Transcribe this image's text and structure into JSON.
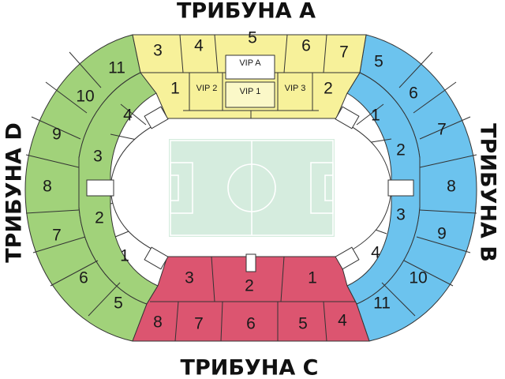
{
  "stands": {
    "a": {
      "title": "ТРИБУНА A",
      "color": "#f7f19a",
      "sections": [
        "1",
        "2",
        "3",
        "4",
        "5",
        "6",
        "7"
      ]
    },
    "b": {
      "title": "ТРИБУНА B",
      "color": "#6cc3ee",
      "sections": [
        "1",
        "2",
        "3",
        "4",
        "5",
        "6",
        "7",
        "8",
        "9",
        "10",
        "11"
      ]
    },
    "c": {
      "title": "ТРИБУНА C",
      "color": "#dc5570",
      "sections": [
        "1",
        "2",
        "3",
        "4",
        "5",
        "6",
        "7",
        "8"
      ]
    },
    "d": {
      "title": "ТРИБУНА D",
      "color": "#a1d27a",
      "sections": [
        "1",
        "2",
        "3",
        "4",
        "5",
        "6",
        "7",
        "8",
        "9",
        "10",
        "11"
      ]
    }
  },
  "vip": {
    "vip_a": "VIP A",
    "vip_1": "VIP 1",
    "vip_2": "VIP 2",
    "vip_3": "VIP 3"
  },
  "pitch_color": "#d5ecde"
}
